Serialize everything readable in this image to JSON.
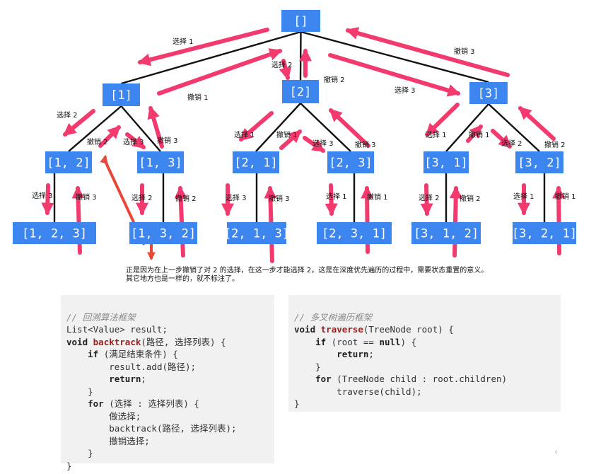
{
  "nodes": [
    {
      "id": "root",
      "label": "[]"
    },
    {
      "id": "n1",
      "label": "[1]"
    },
    {
      "id": "n2",
      "label": "[2]"
    },
    {
      "id": "n3",
      "label": "[3]"
    },
    {
      "id": "n12",
      "label": "[1, 2]"
    },
    {
      "id": "n13",
      "label": "[1, 3]"
    },
    {
      "id": "n21",
      "label": "[2, 1]"
    },
    {
      "id": "n23",
      "label": "[2, 3]"
    },
    {
      "id": "n31",
      "label": "[3, 1]"
    },
    {
      "id": "n32",
      "label": "[3, 2]"
    },
    {
      "id": "n123",
      "label": "[1, 2, 3]"
    },
    {
      "id": "n132",
      "label": "[1, 3, 2]"
    },
    {
      "id": "n213",
      "label": "[2, 1, 3]"
    },
    {
      "id": "n231",
      "label": "[2, 3, 1]"
    },
    {
      "id": "n312",
      "label": "[3, 1, 2]"
    },
    {
      "id": "n321",
      "label": "[3, 2, 1]"
    }
  ],
  "edges": [
    [
      "root",
      "n1"
    ],
    [
      "root",
      "n2"
    ],
    [
      "root",
      "n3"
    ],
    [
      "n1",
      "n12"
    ],
    [
      "n1",
      "n13"
    ],
    [
      "n2",
      "n21"
    ],
    [
      "n2",
      "n23"
    ],
    [
      "n3",
      "n31"
    ],
    [
      "n3",
      "n32"
    ],
    [
      "n12",
      "n123"
    ],
    [
      "n13",
      "n132"
    ],
    [
      "n21",
      "n213"
    ],
    [
      "n23",
      "n231"
    ],
    [
      "n31",
      "n312"
    ],
    [
      "n32",
      "n321"
    ]
  ],
  "arrow_labels": [
    {
      "id": "l1",
      "text": "选择 1"
    },
    {
      "id": "l2",
      "text": "选择 2"
    },
    {
      "id": "l3",
      "text": "撤销 2"
    },
    {
      "id": "l4",
      "text": "撤销 1"
    },
    {
      "id": "l5",
      "text": "选择 3"
    },
    {
      "id": "l6",
      "text": "撤销 3"
    },
    {
      "id": "l7",
      "text": "选择 2"
    },
    {
      "id": "l8",
      "text": "撤销 2"
    },
    {
      "id": "l9",
      "text": "选择 3"
    },
    {
      "id": "l10",
      "text": "撤销 3"
    },
    {
      "id": "l11",
      "text": "选择 1"
    },
    {
      "id": "l12",
      "text": "撤销 1"
    },
    {
      "id": "l13",
      "text": "选择 3"
    },
    {
      "id": "l14",
      "text": "撤销 3"
    },
    {
      "id": "l15",
      "text": "选择 1"
    },
    {
      "id": "l16",
      "text": "撤销 1"
    },
    {
      "id": "l17",
      "text": "选择 2"
    },
    {
      "id": "l18",
      "text": "撤销 2"
    },
    {
      "id": "l19",
      "text": "选择 3"
    },
    {
      "id": "l20",
      "text": "撤销 3"
    },
    {
      "id": "l21",
      "text": "选择 2"
    },
    {
      "id": "l22",
      "text": "撤销 2"
    },
    {
      "id": "l23",
      "text": "选择 3"
    },
    {
      "id": "l24",
      "text": "撤销 3"
    },
    {
      "id": "l25",
      "text": "选择 1"
    },
    {
      "id": "l26",
      "text": "撤销 1"
    },
    {
      "id": "l27",
      "text": "选择 2"
    },
    {
      "id": "l28",
      "text": "撤销 2"
    },
    {
      "id": "l29",
      "text": "选择 1"
    },
    {
      "id": "l30",
      "text": "撤销 1"
    }
  ],
  "note": {
    "line1": "正是因为在上一步撤销了对  2  的选择，在这一步才能选择  2，这是在深度优先遍历的过程中，需要状态重置的意义。",
    "line2": "其它地方也是一样的，就不标注了。"
  },
  "code_left": {
    "comment": "// 回溯算法框架",
    "line1": "List<Value> result;",
    "line2_kw": "void ",
    "line2_fn": "backtrack",
    "line2_rest": "(路径, 选择列表) {",
    "line3_kw": "if",
    "line3_rest": " (满足结束条件) {",
    "line4": "result.add(路径);",
    "line5_kw": "return",
    "line5_rest": ";",
    "line6": "}",
    "line7_kw": "for",
    "line7_rest": " (选择 : 选择列表) {",
    "line8": "做选择;",
    "line9": "backtrack(路径, 选择列表);",
    "line10": "撤销选择;",
    "line11": "}",
    "line12": "}"
  },
  "code_right": {
    "comment": "// 多叉树遍历框架",
    "line1_kw": "void ",
    "line1_fn": "traverse",
    "line1_rest": "(TreeNode root) {",
    "line2_kw": "if",
    "line2_mid": " (root == ",
    "line2_kw2": "null",
    "line2_rest": ") {",
    "line3_kw": "return",
    "line3_rest": ";",
    "line4": "}",
    "line5_kw": "for",
    "line5_rest": " (TreeNode child : root.children)",
    "line6": "traverse(child);",
    "line7": "}"
  },
  "colors": {
    "node_fill": "#3d86f0",
    "arrow_pink": "#f23a6e",
    "arrow_red": "#e8483a",
    "code_bg": "#f1f1f1",
    "function_name": "#9c1f1f"
  }
}
